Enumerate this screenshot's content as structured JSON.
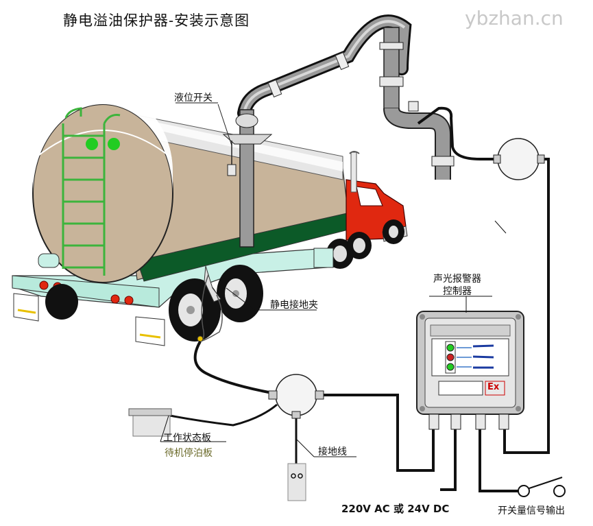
{
  "title": "静电溢油保护器-安装示意图",
  "watermark": "ybzhan.cn",
  "labels": {
    "level_switch": "液位开关",
    "static_clamp": "静电接地夹",
    "alarm_controller_line1": "声光报警器",
    "alarm_controller_line2": "控制器",
    "work_status_board": "工作状态板",
    "standby_parking_board": "待机停泊板",
    "ground_wire": "接地线",
    "power_supply": "220V AC 或 24V DC",
    "switch_signal_output": "开关量信号输出",
    "ex_mark": "Ex"
  },
  "colors": {
    "tank_cargo": "#c8b49a",
    "truck_red": "#e02810",
    "chassis_cyan": "#c8f0e6",
    "ladder_green": "#3cb43c",
    "indicator_green": "#22cc22",
    "indicator_red": "#cc2222",
    "cable_black": "#111111"
  },
  "controller_indicators": [
    "green",
    "red",
    "green"
  ]
}
